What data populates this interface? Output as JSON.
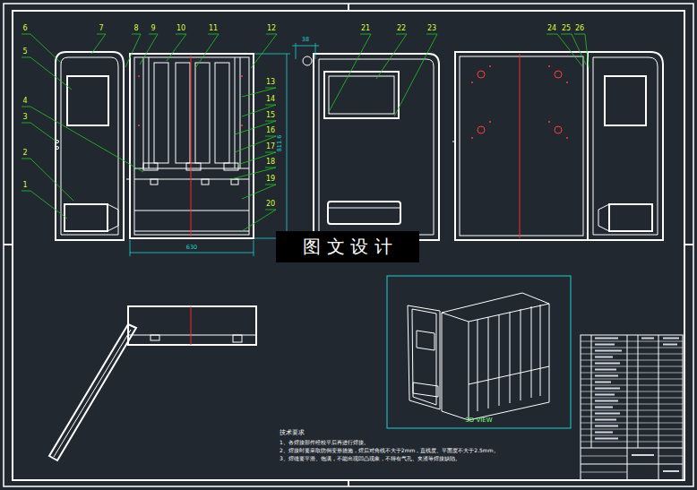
{
  "diagram": {
    "nodes": [
      {
        "text": [
          "图 文 设 计"
        ]
      },
      {
        "text": [
          "3D VIEW"
        ]
      }
    ],
    "labels": [
      "1",
      "2",
      "3",
      "4",
      "5",
      "6",
      "7",
      "8",
      "9",
      "10",
      "11",
      "12",
      "13",
      "14",
      "15",
      "16",
      "17",
      "18",
      "19",
      "20",
      "21",
      "22",
      "23",
      "24",
      "25",
      "26",
      "38",
      "811.6",
      "630",
      "技术要求",
      "1、各焊接部件经校平后再进行焊接。",
      "2、焊接时要采取防倒变形措施，焊后对角线不大于2mm，直线度、平面度不大于2.5mm。",
      "3、焊缝要平滑、饱满，不能出现凹凸现象，不得有气孔、夹渣等焊接缺陷。"
    ]
  }
}
